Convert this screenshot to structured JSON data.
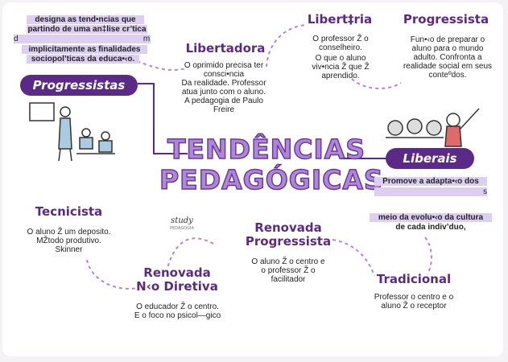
{
  "title": {
    "line1": "TENDÊNCIAS",
    "line2": "PEDAGÓGICAS"
  },
  "intro": {
    "line1": "designa as tend•ncias que",
    "line2": "partindo de uma an‡lise cr’tica",
    "line3_left": "d",
    "line3_right": "m",
    "line4": "implicitamente as finalidades",
    "line5": "sociopol’ticas da educa•‹o."
  },
  "progressistas_label": "Progressistas",
  "liberais_label": "Liberais",
  "libertadora": {
    "heading": "Libertadora",
    "lines": [
      "O oprimido precisa ter",
      "consci•ncia",
      "Da realidade. Professor",
      "atua junto com o aluno.",
      "A pedagogia de Paulo",
      "Freire"
    ]
  },
  "libertaria": {
    "heading": "Libert‡ria",
    "lines": [
      "O professor Ž o",
      "conselheiro.",
      "O que o aluno",
      "viv•ncia Ž que Ž",
      "aprendido."
    ]
  },
  "progressista": {
    "heading": "Progressista",
    "lines": [
      "Fun•‹o de preparar o",
      "aluno para o mundo",
      "adulto. Confronta a",
      "realidade social em seus",
      "conteºdos."
    ]
  },
  "liberais_text": {
    "line1": "Promove a adapta•‹o dos",
    "line2": "s",
    "line3": "meio da evolu•‹o da cultura",
    "line4": "de cada indiv’duo,"
  },
  "tecnicista": {
    "heading": "Tecnicista",
    "lines": [
      "O aluno Ž um deposito.",
      "MŽtodo produtivo.",
      "Skinner"
    ]
  },
  "renovada_progressista": {
    "heading_line1": "Renovada",
    "heading_line2": "Progressista",
    "lines": [
      "O aluno Ž o centro e",
      "o professor Ž o",
      "facilitador"
    ]
  },
  "renovada_nao_diretiva": {
    "heading_line1": "Renovada",
    "heading_line2": "N‹o Diretiva",
    "lines": [
      "O educador Ž o centro.",
      "E o foco no psicol—gico"
    ]
  },
  "tradicional": {
    "heading": "Tradicional",
    "lines": [
      "Professor o centro e o",
      "aluno Ž o receptor"
    ]
  },
  "logo": {
    "word1": "study",
    "word2": "PEDAGOGIA"
  },
  "colors": {
    "purple_dark": "#5b2a86",
    "purple_light": "#b087d8",
    "highlight": "#dccff1"
  }
}
